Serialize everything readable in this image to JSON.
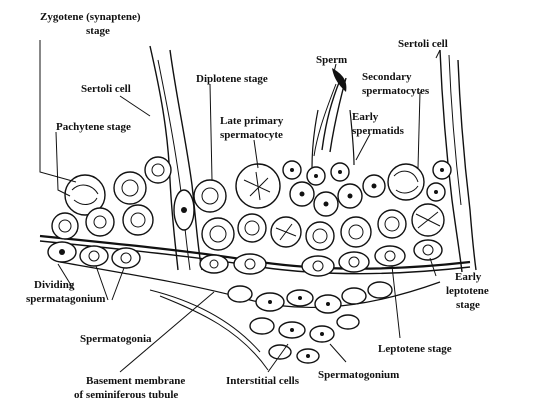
{
  "diagram": {
    "labels": {
      "zygotene_1": "Zygotene (synaptene)",
      "zygotene_2": "stage",
      "sertoli_left": "Sertoli cell",
      "pachytene": "Pachytene stage",
      "diplotene": "Diplotene stage",
      "late_primary_1": "Late primary",
      "late_primary_2": "spermatocyte",
      "sperm": "Sperm",
      "sertoli_right": "Sertoli cell",
      "secondary_1": "Secondary",
      "secondary_2": "spermatocytes",
      "early_spermatids_1": "Early",
      "early_spermatids_2": "spermatids",
      "dividing_1": "Dividing",
      "dividing_2": "spermatagonium",
      "spermatogonia": "Spermatogonia",
      "early_leptotene_1": "Early",
      "early_leptotene_2": "leptotene",
      "early_leptotene_3": "stage",
      "leptotene": "Leptotene stage",
      "basement_1": "Basement membrane",
      "basement_2": "of seminiferous tubule",
      "interstitial": "Interstitial cells",
      "spermatogonium": "Spermatogonium"
    }
  }
}
